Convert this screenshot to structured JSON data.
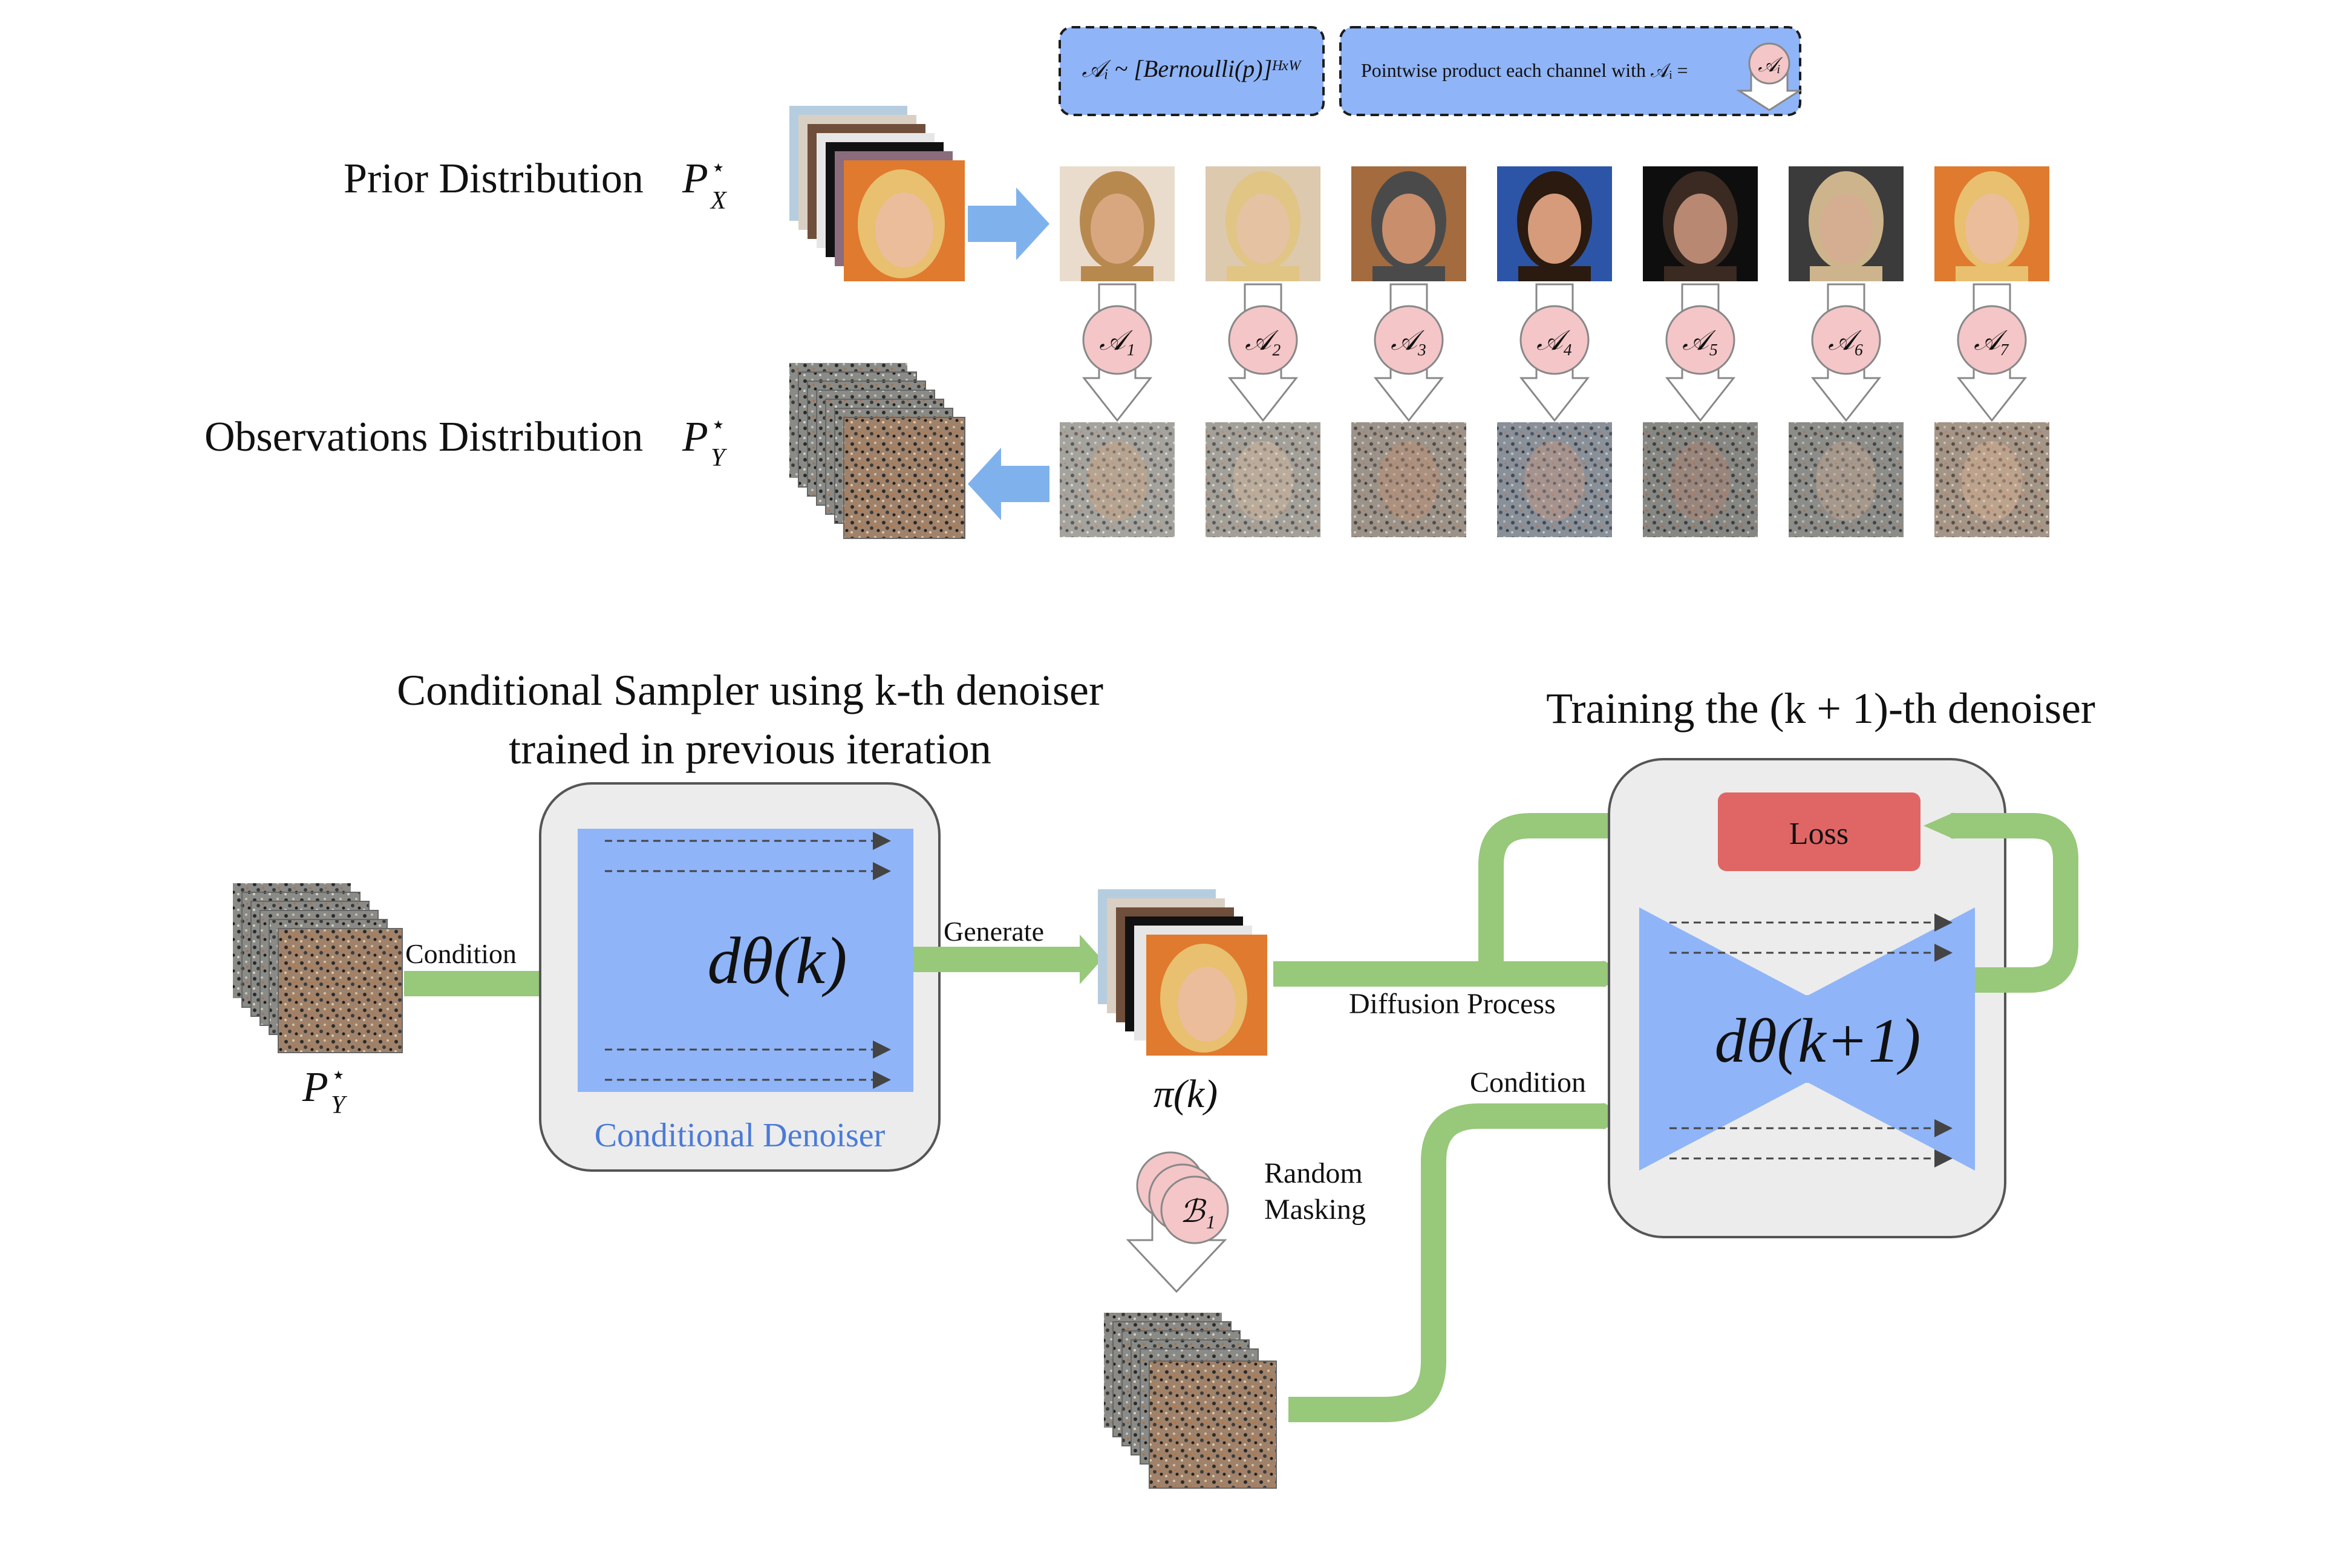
{
  "top": {
    "mask_box_text": "𝒜ᵢ ~ [Bernoulli(p)]ᴴˣᵂ",
    "product_box_text": "Pointwise product each channel with 𝒜ᵢ =",
    "product_box_symbol": "𝒜ᵢ",
    "prior_label": "Prior Distribution",
    "prior_symbol": "P",
    "prior_sub": "X",
    "obs_label": "Observations Distribution",
    "obs_symbol": "P",
    "obs_sub": "Y",
    "star": "⋆",
    "masks": [
      "𝒜₁",
      "𝒜₂",
      "𝒜₃",
      "𝒜₄",
      "𝒜₅",
      "𝒜₆",
      "𝒜₇"
    ],
    "face_colors": [
      {
        "bg": "#e9dccd",
        "skin": "#d9a77f",
        "hair": "#b8894f"
      },
      {
        "bg": "#dcc9ae",
        "skin": "#e5c2a2",
        "hair": "#e0c585"
      },
      {
        "bg": "#a36b3e",
        "skin": "#c98e6c",
        "hair": "#4a4a4a"
      },
      {
        "bg": "#2c55a8",
        "skin": "#d59b7a",
        "hair": "#2a1a10"
      },
      {
        "bg": "#0e0e0e",
        "skin": "#b98872",
        "hair": "#3a2a22"
      },
      {
        "bg": "#3b3b3b",
        "skin": "#d5ae92",
        "hair": "#cdb48c"
      },
      {
        "bg": "#e07a2e",
        "skin": "#ebbd9a",
        "hair": "#e8c06f"
      }
    ]
  },
  "bottom": {
    "sampler_title_line1": "Conditional Sampler using k-th denoiser",
    "sampler_title_line2": "trained in previous iteration",
    "training_title": "Training the (k + 1)-th denoiser",
    "condition_label_1": "Condition",
    "py_symbol": "P",
    "py_sub": "Y",
    "denoiser_k": "dθ(k)",
    "denoiser_caption": "Conditional Denoiser",
    "generate_label": "Generate",
    "pi_label": "π(k)",
    "diffusion_label": "Diffusion Process",
    "condition_label_2": "Condition",
    "loss_label": "Loss",
    "denoiser_k1": "dθ(k+1)",
    "masking_symbol": "ℬ₁",
    "masking_label_1": "Random",
    "masking_label_2": "Masking"
  },
  "colors": {
    "blue_box": "#8fb4f8",
    "green_arrow": "#98c87a",
    "light_blue_arrow": "#7fb2ec",
    "mask_circle": "#f4c6c8",
    "loss_box": "#e06666",
    "panel_bg": "#ececec",
    "caption_blue": "#4a7bd8"
  }
}
